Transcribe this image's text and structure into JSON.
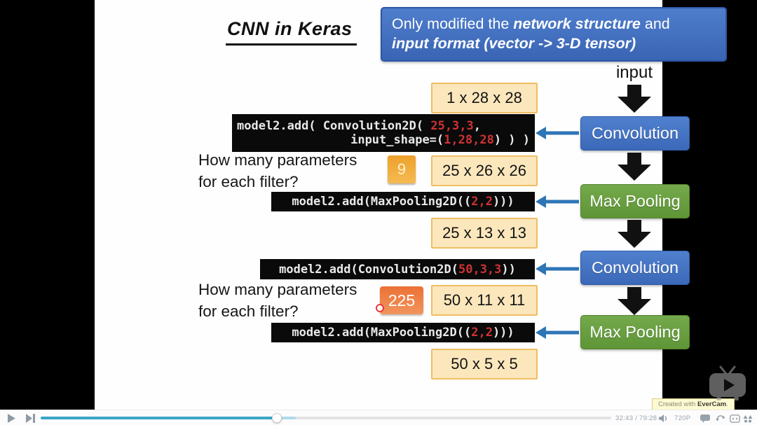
{
  "slide": {
    "title": "CNN in Keras",
    "header": {
      "l1a": "Only modified the ",
      "l1b": "network structure",
      "l1c": " and",
      "l2": "input format (vector -> 3-D tensor)"
    },
    "input_label": "input",
    "question1": {
      "line1": "How many parameters",
      "line2": "for each filter?"
    },
    "question2": {
      "line1": "How many parameters",
      "line2": "for each filter?"
    },
    "answer1": "9",
    "answer2": "225",
    "dims": [
      "1 x 28 x 28",
      "25 x 26 x 26",
      "25 x 13 x 13",
      "50 x 11 x 11",
      "50 x 5 x 5"
    ],
    "code1": {
      "l1_pre": "model2.add( Convolution2D( ",
      "l1_red": "25,3,3",
      "l1_post": ",",
      "l2_pre": "input_shape=(",
      "l2_red": "1,28,28",
      "l2_post": ") ) )"
    },
    "code2": {
      "pre": "model2.add(MaxPooling2D((",
      "red": "2,2",
      "post": ")))"
    },
    "code3": {
      "pre": "model2.add(Convolution2D(",
      "red": "50,3,3",
      "post": "))"
    },
    "code4": {
      "pre": "model2.add(MaxPooling2D((",
      "red": "2,2",
      "post": ")))"
    },
    "nodes": {
      "conv1": "Convolution",
      "pool1": "Max Pooling",
      "conv2": "Convolution",
      "pool2": "Max Pooling"
    },
    "watermark": {
      "pre": "Created with ",
      "brand": "EverCam",
      "post": "."
    }
  },
  "player": {
    "time": "32:43 / 79:28",
    "quality": "720P",
    "progress_percent": 41.4
  },
  "colors": {
    "header_blue": "#3E6DBD",
    "node_blue": "#4472C4",
    "node_green": "#6CA644",
    "code_red": "#D03232",
    "dim_box_bg": "#FCE7BC",
    "dim_box_border": "#EFBE62",
    "answer_gold": "#F0A52F",
    "answer_orange": "#ED7C3C",
    "arrow_blue": "#2E75B6",
    "progress_teal": "#3AA5C6"
  }
}
